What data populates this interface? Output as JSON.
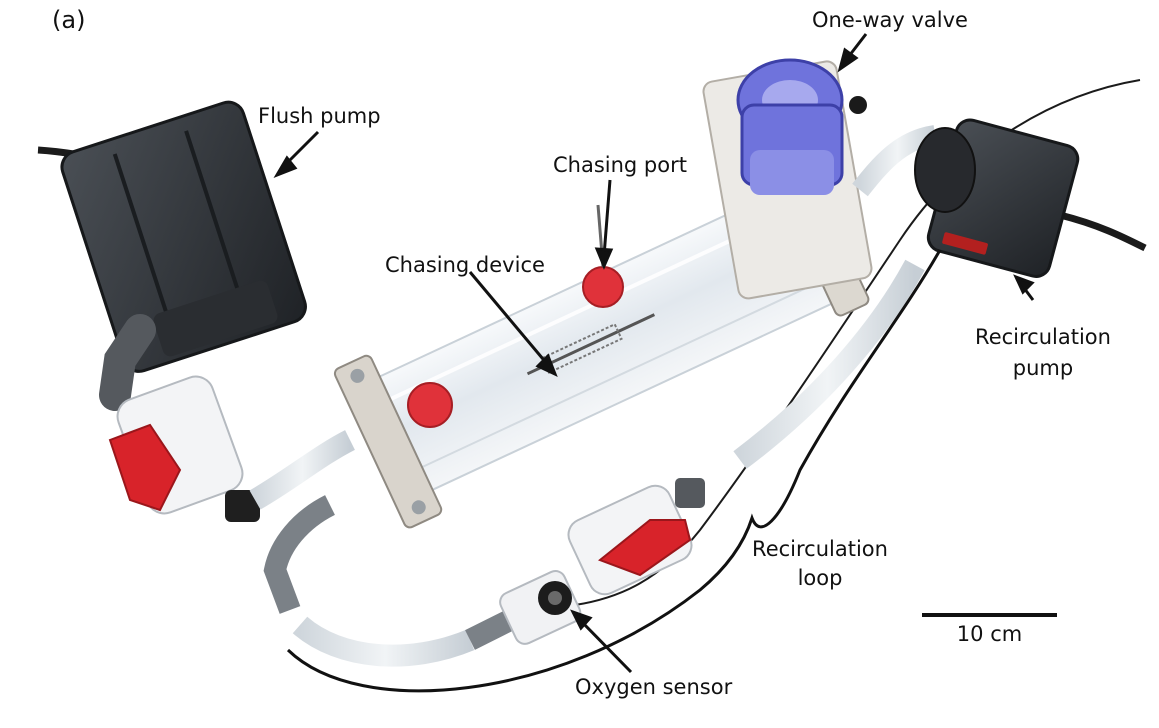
{
  "panel_label": "(a)",
  "labels": {
    "flush_pump": "Flush pump",
    "one_way_valve": "One-way valve",
    "chasing_port": "Chasing port",
    "chasing_device": "Chasing device",
    "recirculation_pump_line1": "Recirculation",
    "recirculation_pump_line2": "pump",
    "recirculation_loop_line1": "Recirculation",
    "recirculation_loop_line2": "loop",
    "oxygen_sensor": "Oxygen sensor",
    "scale_bar": "10 cm"
  },
  "colors": {
    "background": "#ffffff",
    "pump_body": "#2f3338",
    "tube": "#e9eef2",
    "valve_red": "#d8232a",
    "valve_purple": "#5a5ed0",
    "pvc_grey": "#6e7479",
    "annotation": "#111111"
  }
}
